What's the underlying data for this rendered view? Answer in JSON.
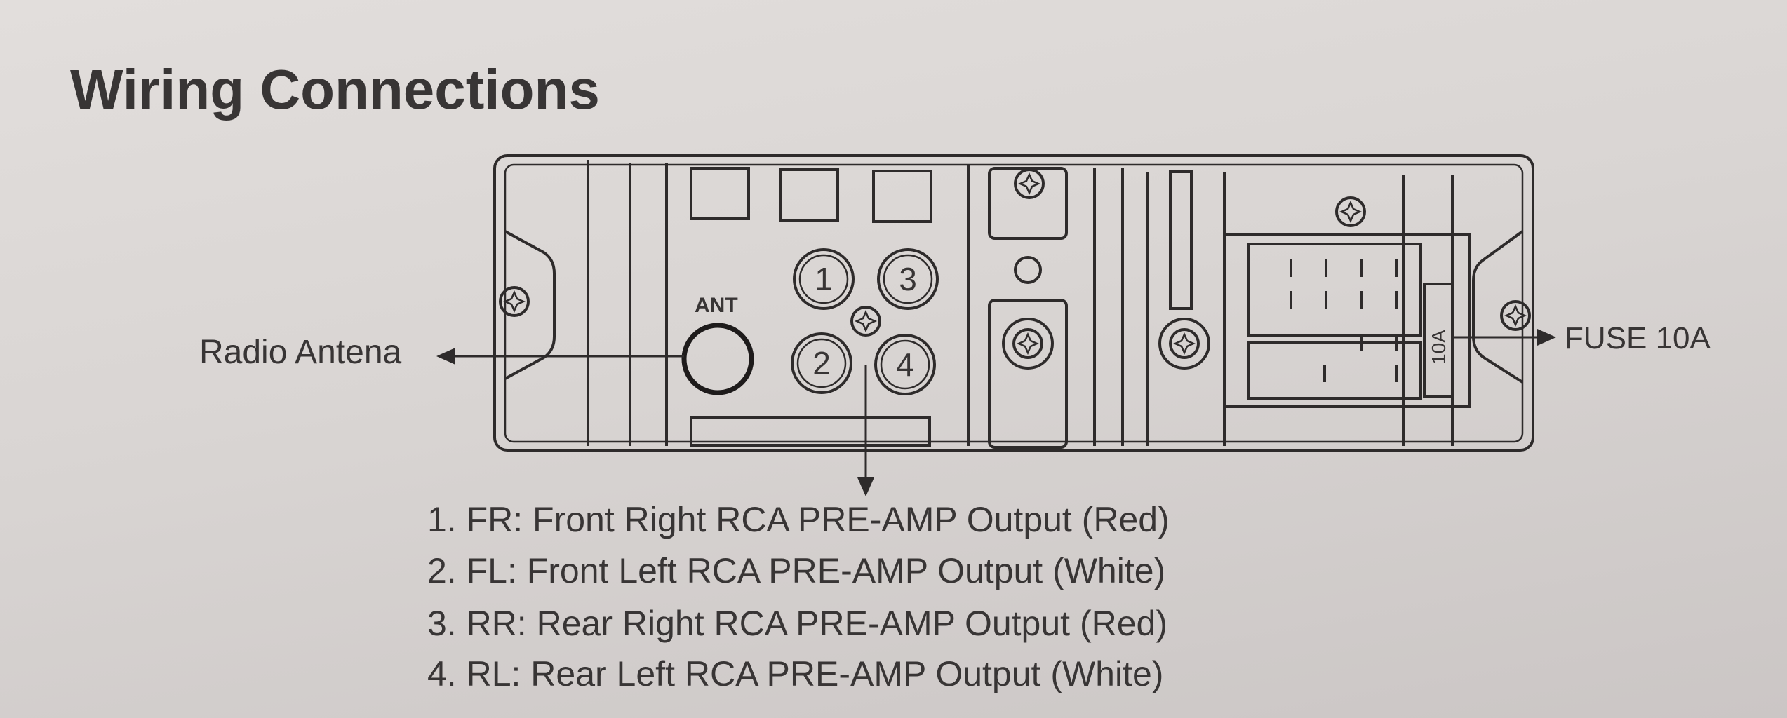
{
  "title": "Wiring Connections",
  "diagram": {
    "antenna_label": "Radio Antena",
    "ant_port_label": "ANT",
    "jack_numbers": [
      "1",
      "2",
      "3",
      "4"
    ],
    "fuse_marking": "10A",
    "fuse_label": "FUSE 10A"
  },
  "outputs": [
    "1. FR: Front Right RCA PRE-AMP Output (Red)",
    "2. FL: Front Left RCA PRE-AMP Output (White)",
    "3. RR: Rear Right RCA PRE-AMP Output (Red)",
    "4. RL: Rear Left RCA PRE-AMP Output (White)"
  ]
}
